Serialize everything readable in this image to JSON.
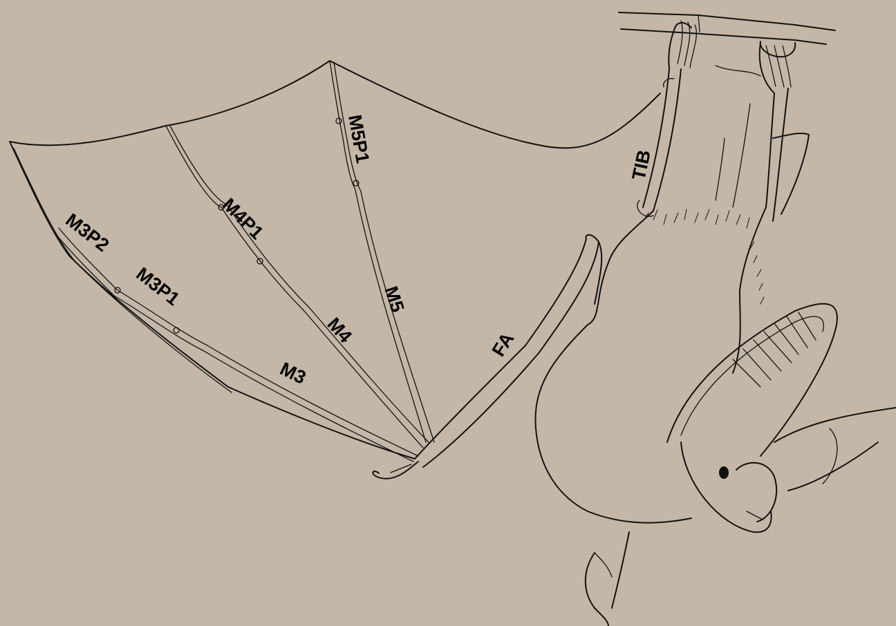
{
  "colors": {
    "background": "#c4b7a7",
    "ink": "#111111"
  },
  "labels": {
    "m5p1": "M5P1",
    "tib": "TIB",
    "m4p1": "M4P1",
    "m3p2": "M3P2",
    "m3p1": "M3P1",
    "m5": "M5",
    "m4": "M4",
    "fa": "FA",
    "m3": "M3"
  }
}
